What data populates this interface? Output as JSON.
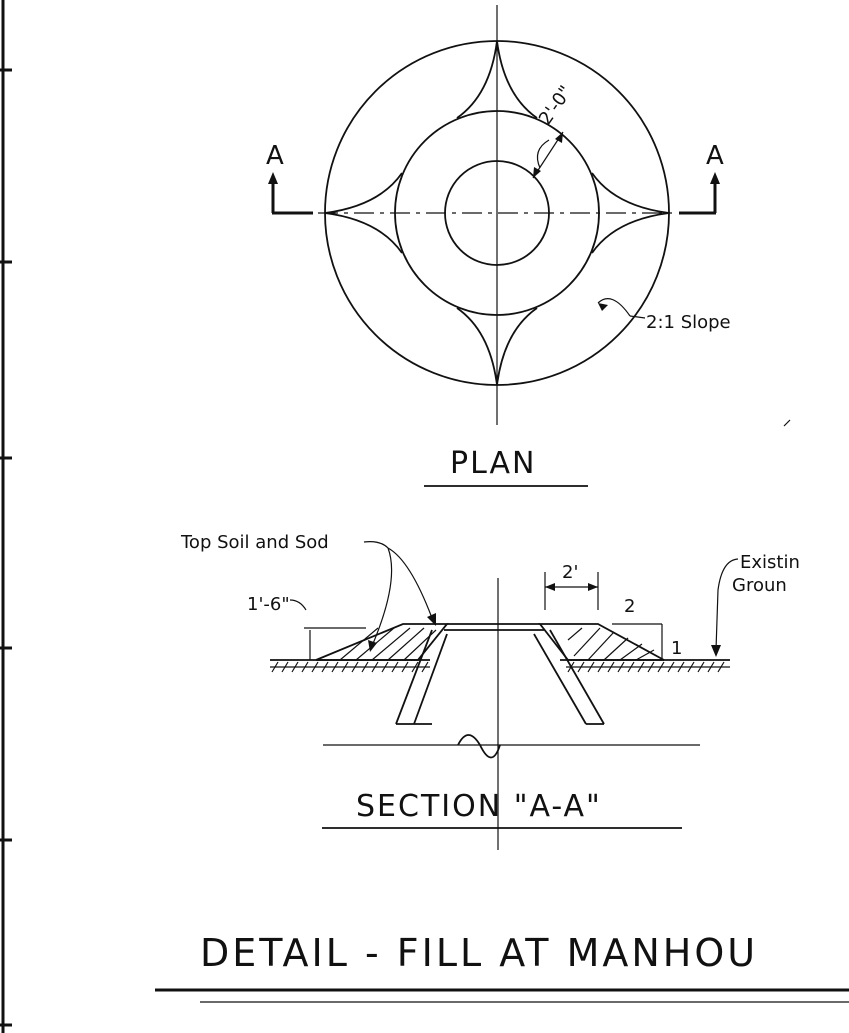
{
  "plan": {
    "title": "PLAN",
    "dimension": "2'-0\"",
    "slope_note": "2:1 Slope",
    "section_marker_left": "A",
    "section_marker_right": "A"
  },
  "section": {
    "title": "SECTION \"A-A\"",
    "topsoil_note": "Top Soil and Sod",
    "depth_dimension": "1'-6\"",
    "width_dimension": "2'",
    "slope_run": "2",
    "slope_rise": "1",
    "existing_ground_line1": "Existin",
    "existing_ground_line2": "Groun"
  },
  "detail_title": "DETAIL - FILL AT MANHOU"
}
